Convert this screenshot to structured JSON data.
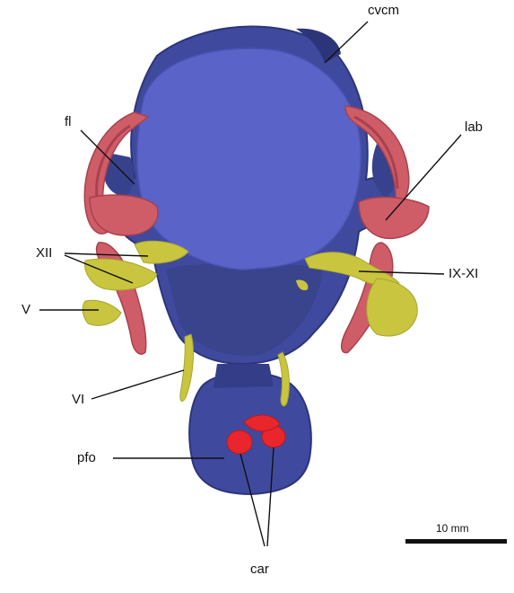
{
  "labels": {
    "cvcm": "cvcm",
    "fl": "fl",
    "lab": "lab",
    "xii": "XII",
    "ix_xi": "IX-XI",
    "v": "V",
    "vi": "VI",
    "pfo": "pfo",
    "car": "car"
  },
  "scale_bar": {
    "text": "10 mm"
  },
  "colors": {
    "background": "#ffffff",
    "endocast_blue": "#3f4a9e",
    "endocast_dark": "#2c3578",
    "cut_face": "#5a63c8",
    "labyrinth_red": "#cf5d68",
    "labyrinth_dark": "#a8414d",
    "nerve_yellow": "#c9c53f",
    "carotid_red": "#e8262c",
    "line": "#111111"
  }
}
